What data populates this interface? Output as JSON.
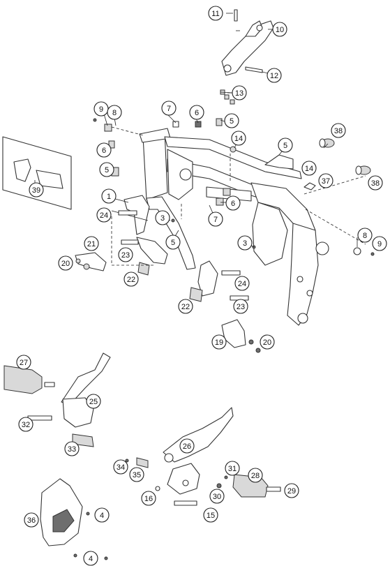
{
  "diagram": {
    "type": "exploded-parts-diagram",
    "colors": {
      "line": "#333333",
      "fill": "#ffffff",
      "shade": "#6e6e6e"
    },
    "callouts": [
      {
        "id": "c11a",
        "text": "11"
      },
      {
        "id": "c10",
        "text": "10"
      },
      {
        "id": "c12",
        "text": "12"
      },
      {
        "id": "c13",
        "text": "13"
      },
      {
        "id": "c9a",
        "text": "9"
      },
      {
        "id": "c8a",
        "text": "8"
      },
      {
        "id": "c7a",
        "text": "7"
      },
      {
        "id": "c6a",
        "text": "6"
      },
      {
        "id": "c5a",
        "text": "5"
      },
      {
        "id": "c38a",
        "text": "38"
      },
      {
        "id": "c6b",
        "text": "6"
      },
      {
        "id": "c14a",
        "text": "14"
      },
      {
        "id": "c5b",
        "text": "5"
      },
      {
        "id": "c5c",
        "text": "5"
      },
      {
        "id": "c14b",
        "text": "14"
      },
      {
        "id": "c37",
        "text": "37"
      },
      {
        "id": "c38b",
        "text": "38"
      },
      {
        "id": "c1",
        "text": "1"
      },
      {
        "id": "c6c",
        "text": "6"
      },
      {
        "id": "c39",
        "text": "39"
      },
      {
        "id": "c24a",
        "text": "24"
      },
      {
        "id": "c3a",
        "text": "3"
      },
      {
        "id": "c7b",
        "text": "7"
      },
      {
        "id": "c5d",
        "text": "5"
      },
      {
        "id": "c8b",
        "text": "8"
      },
      {
        "id": "c9b",
        "text": "9"
      },
      {
        "id": "c21",
        "text": "21"
      },
      {
        "id": "c3b",
        "text": "3"
      },
      {
        "id": "c20a",
        "text": "20"
      },
      {
        "id": "c23a",
        "text": "23"
      },
      {
        "id": "c22a",
        "text": "22"
      },
      {
        "id": "c24b",
        "text": "24"
      },
      {
        "id": "c22b",
        "text": "22"
      },
      {
        "id": "c23b",
        "text": "23"
      },
      {
        "id": "c19",
        "text": "19"
      },
      {
        "id": "c20b",
        "text": "20"
      },
      {
        "id": "c27",
        "text": "27"
      },
      {
        "id": "c25",
        "text": "25"
      },
      {
        "id": "c32",
        "text": "32"
      },
      {
        "id": "c33",
        "text": "33"
      },
      {
        "id": "c26",
        "text": "26"
      },
      {
        "id": "c34",
        "text": "34"
      },
      {
        "id": "c31",
        "text": "31"
      },
      {
        "id": "c28",
        "text": "28"
      },
      {
        "id": "c35",
        "text": "35"
      },
      {
        "id": "c29",
        "text": "29"
      },
      {
        "id": "c16",
        "text": "16"
      },
      {
        "id": "c30",
        "text": "30"
      },
      {
        "id": "c36",
        "text": "36"
      },
      {
        "id": "c4a",
        "text": "4"
      },
      {
        "id": "c15",
        "text": "15"
      },
      {
        "id": "c4b",
        "text": "4"
      }
    ]
  }
}
